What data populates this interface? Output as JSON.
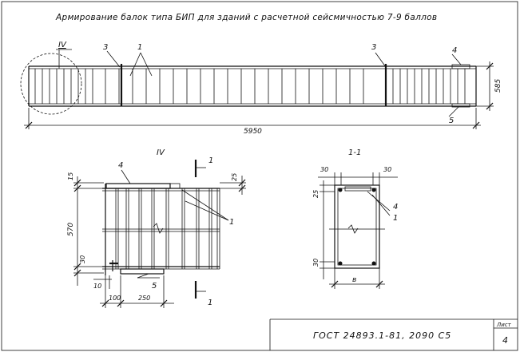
{
  "title": "Армирование балок типа БИП для зданий с расчетной сейсмичностью 7-9 баллов",
  "main_view": {
    "labels": {
      "node": "IV",
      "pos3_left": "3",
      "pos1": "1",
      "pos3_right": "3",
      "pos4": "4",
      "pos5": "5"
    },
    "dims": {
      "length": "5950",
      "height": "585"
    }
  },
  "detail_iv": {
    "title": "IV",
    "labels": {
      "pos4": "4",
      "pos1": "1",
      "pos5": "5",
      "cut_top": "1",
      "cut_bottom": "1"
    },
    "dims": {
      "top_offset": "15",
      "right_offset": "25",
      "height": "570",
      "bottom_offset": "30",
      "left_offset": "10",
      "step_100": "100",
      "step_250": "250"
    }
  },
  "section_1_1": {
    "title": "1-1",
    "labels": {
      "pos4": "4",
      "pos1": "1"
    },
    "dims": {
      "top_left": "30",
      "top_right": "30",
      "side_25": "25",
      "bottom_30": "30",
      "width": "в"
    }
  },
  "stamp": {
    "doc_code": "ГОСТ 24893.1-81, 2090 С5",
    "sheet_label": "Лист",
    "sheet_number": "4"
  }
}
